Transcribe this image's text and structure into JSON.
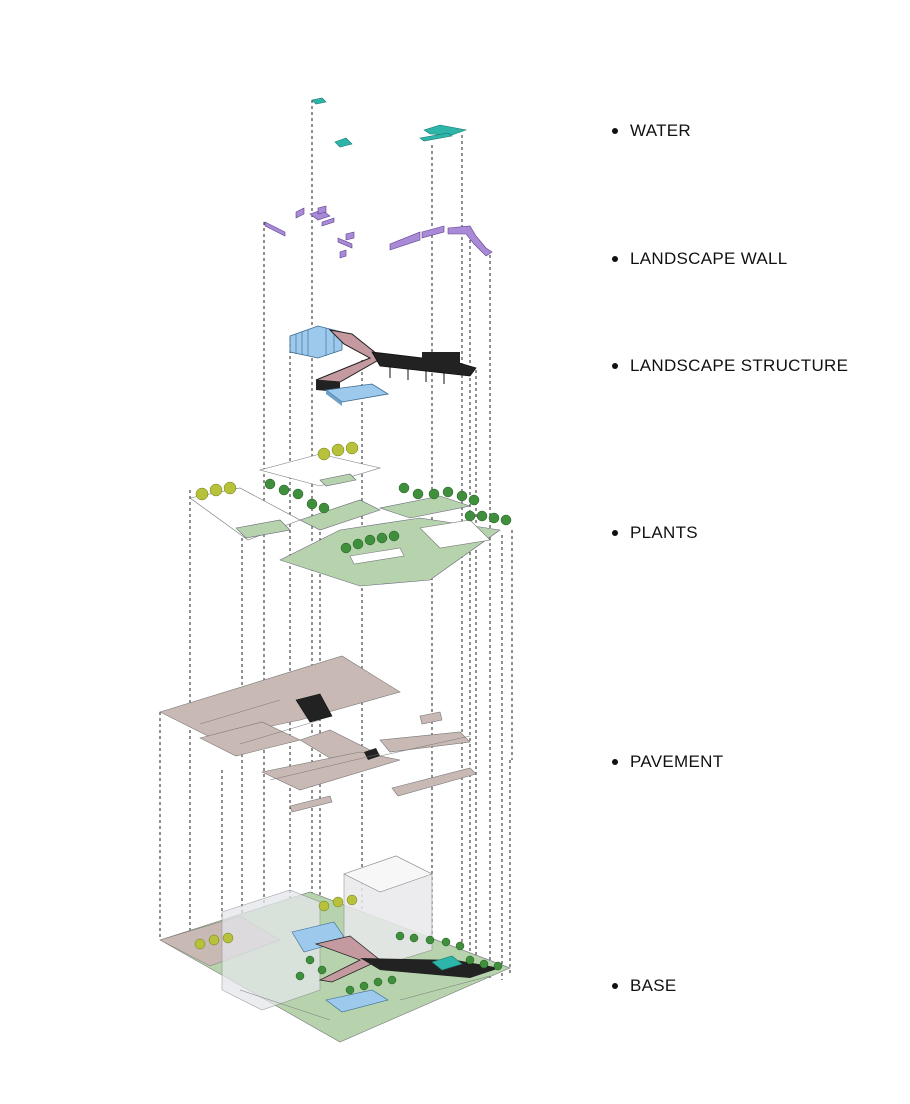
{
  "layers": [
    {
      "id": "water",
      "label": "WATER"
    },
    {
      "id": "landscape-wall",
      "label": "LANDSCAPE WALL"
    },
    {
      "id": "landscape-structure",
      "label": "LANDSCAPE STRUCTURE"
    },
    {
      "id": "plants",
      "label": "PLANTS"
    },
    {
      "id": "pavement",
      "label": "PAVEMENT"
    },
    {
      "id": "base",
      "label": "BASE"
    }
  ],
  "colors": {
    "water": "#2cb5a8",
    "wall": "#a98ad6",
    "structure_roof": "#c49aa0",
    "structure_glass": "#9cc9ec",
    "structure_dark": "#222222",
    "plants_ground": "#b7d3ad",
    "tree_green": "#3f8f3c",
    "tree_yellow": "#b7c23a",
    "pavement": "#c9b9b4",
    "building": "#e9e9ec"
  }
}
